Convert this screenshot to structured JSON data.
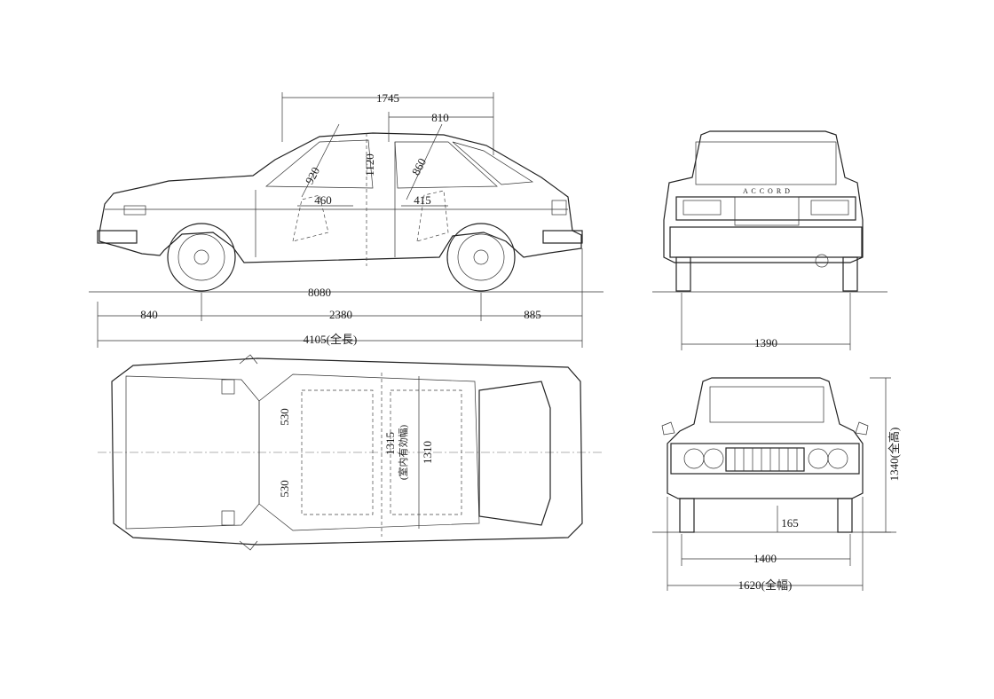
{
  "side": {
    "roof_span": "1745",
    "door_span": "810",
    "front_seat_height": "920",
    "headroom": "1120",
    "rear_seat_height": "860",
    "front_legroom": "460",
    "rear_legroom": "415",
    "interior_length": "8080",
    "front_overhang": "840",
    "wheelbase": "2380",
    "rear_overhang": "885",
    "overall_length": "4105(全長)"
  },
  "rear": {
    "badge": "A C C O R D",
    "track": "1390"
  },
  "plan": {
    "front_width_upper": "530",
    "front_width_lower": "530",
    "interior_width": "1315",
    "interior_width_note": "(室内有効幅)",
    "shoulder_width": "1310"
  },
  "front": {
    "overall_height": "1340(全高)",
    "ground_clearance": "165",
    "track": "1400",
    "overall_width": "1620(全幅)"
  },
  "colors": {
    "line": "#222222",
    "paper": "#ffffff"
  }
}
